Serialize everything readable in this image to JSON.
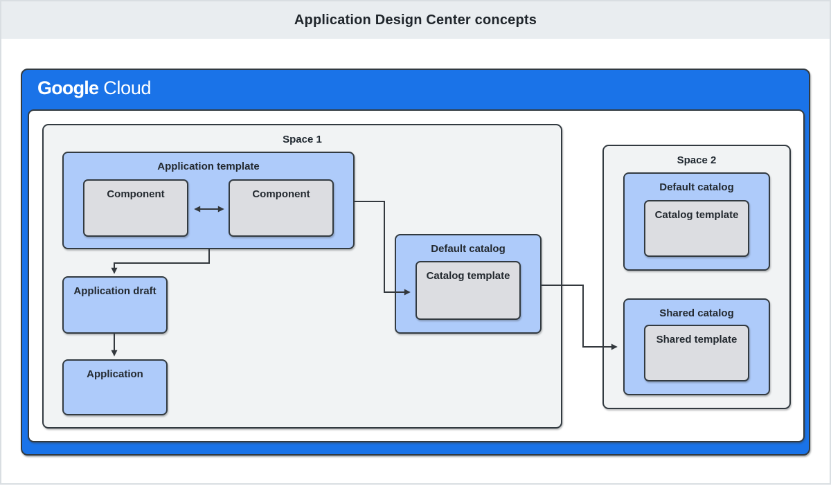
{
  "window": {
    "title": "Application Design Center concepts"
  },
  "brand": {
    "google": "Google",
    "cloud": "Cloud"
  },
  "colors": {
    "header_blue": "#1a73e8",
    "node_light_blue": "#aecbfa",
    "node_gray": "#dcdde1",
    "space_gray": "#f1f3f4",
    "banner_gray": "#e9edf0",
    "border_dark": "#323a40",
    "text_dark": "#23292f"
  },
  "diagram": {
    "space1": {
      "label": "Space 1",
      "application_template": {
        "label": "Application template",
        "components": [
          "Component",
          "Component"
        ]
      },
      "application_draft": {
        "label": "Application draft"
      },
      "application": {
        "label": "Application"
      },
      "default_catalog": {
        "label": "Default catalog",
        "template_label": "Catalog template"
      }
    },
    "space2": {
      "label": "Space 2",
      "default_catalog": {
        "label": "Default catalog",
        "template_label": "Catalog template"
      },
      "shared_catalog": {
        "label": "Shared catalog",
        "template_label": "Shared template"
      }
    }
  }
}
